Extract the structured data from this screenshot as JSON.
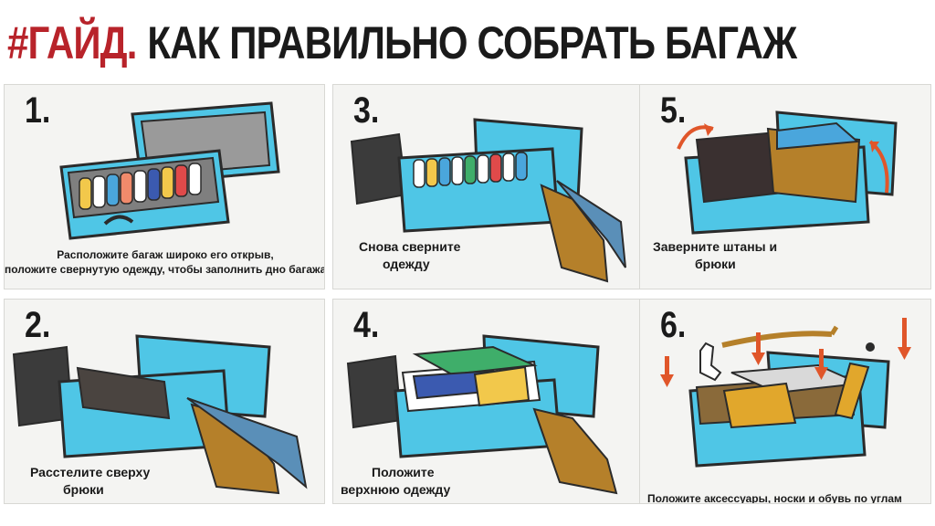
{
  "header": {
    "tag": "#ГАЙД.",
    "title": "КАК ПРАВИЛЬНО СОБРАТЬ БАГАЖ"
  },
  "colors": {
    "accent_red": "#b8232a",
    "suitcase_blue": "#48c4e6",
    "suitcase_outline": "#2b2b2b",
    "arrow_orange": "#e0562a"
  },
  "steps": [
    {
      "number": "1.",
      "caption_lines": [
        "Расположите багаж широко его открыв,",
        "положите свернутую одежду, чтобы заполнить дно багажа"
      ]
    },
    {
      "number": "3.",
      "caption_lines": [
        "Снова сверните",
        "одежду"
      ]
    },
    {
      "number": "5.",
      "caption_lines": [
        "Заверните штаны и",
        "брюки"
      ]
    },
    {
      "number": "2.",
      "caption_lines": [
        "Расстелите сверху",
        "брюки"
      ]
    },
    {
      "number": "4.",
      "caption_lines": [
        "Положите",
        "верхнюю одежду"
      ]
    },
    {
      "number": "6.",
      "caption_lines": [
        "Положите аксессуары, носки и обувь по углам"
      ]
    }
  ]
}
